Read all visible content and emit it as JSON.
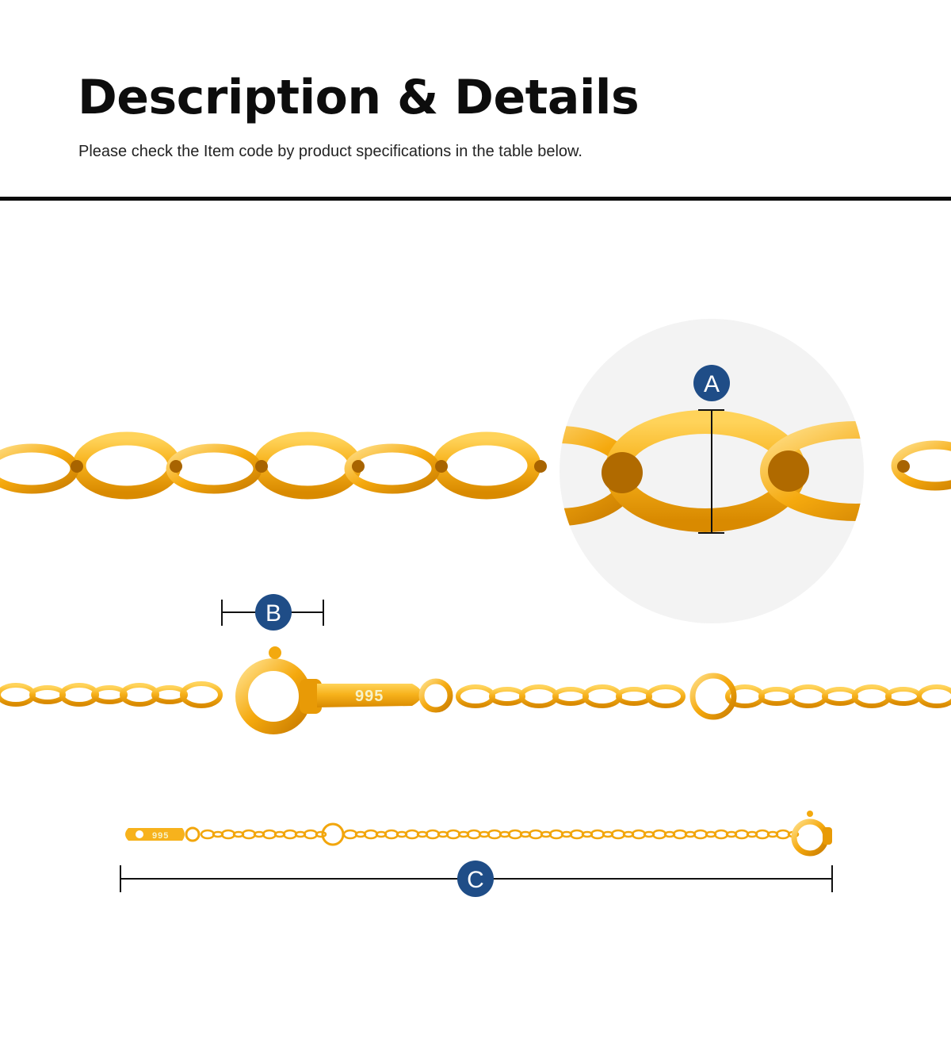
{
  "header": {
    "title": "Description & Details",
    "subtitle": "Please check the Item code by product specifications in the table below."
  },
  "callouts": {
    "a_label": "A",
    "b_label": "B",
    "c_label": "C"
  },
  "stamp": "995",
  "colors": {
    "gold": "#f2a60c",
    "gold_light": "#ffd35a",
    "gold_dark": "#c97c00",
    "badge": "#1f4d87",
    "zoom_bg": "#f3f3f3",
    "rule": "#0a0a0a"
  }
}
